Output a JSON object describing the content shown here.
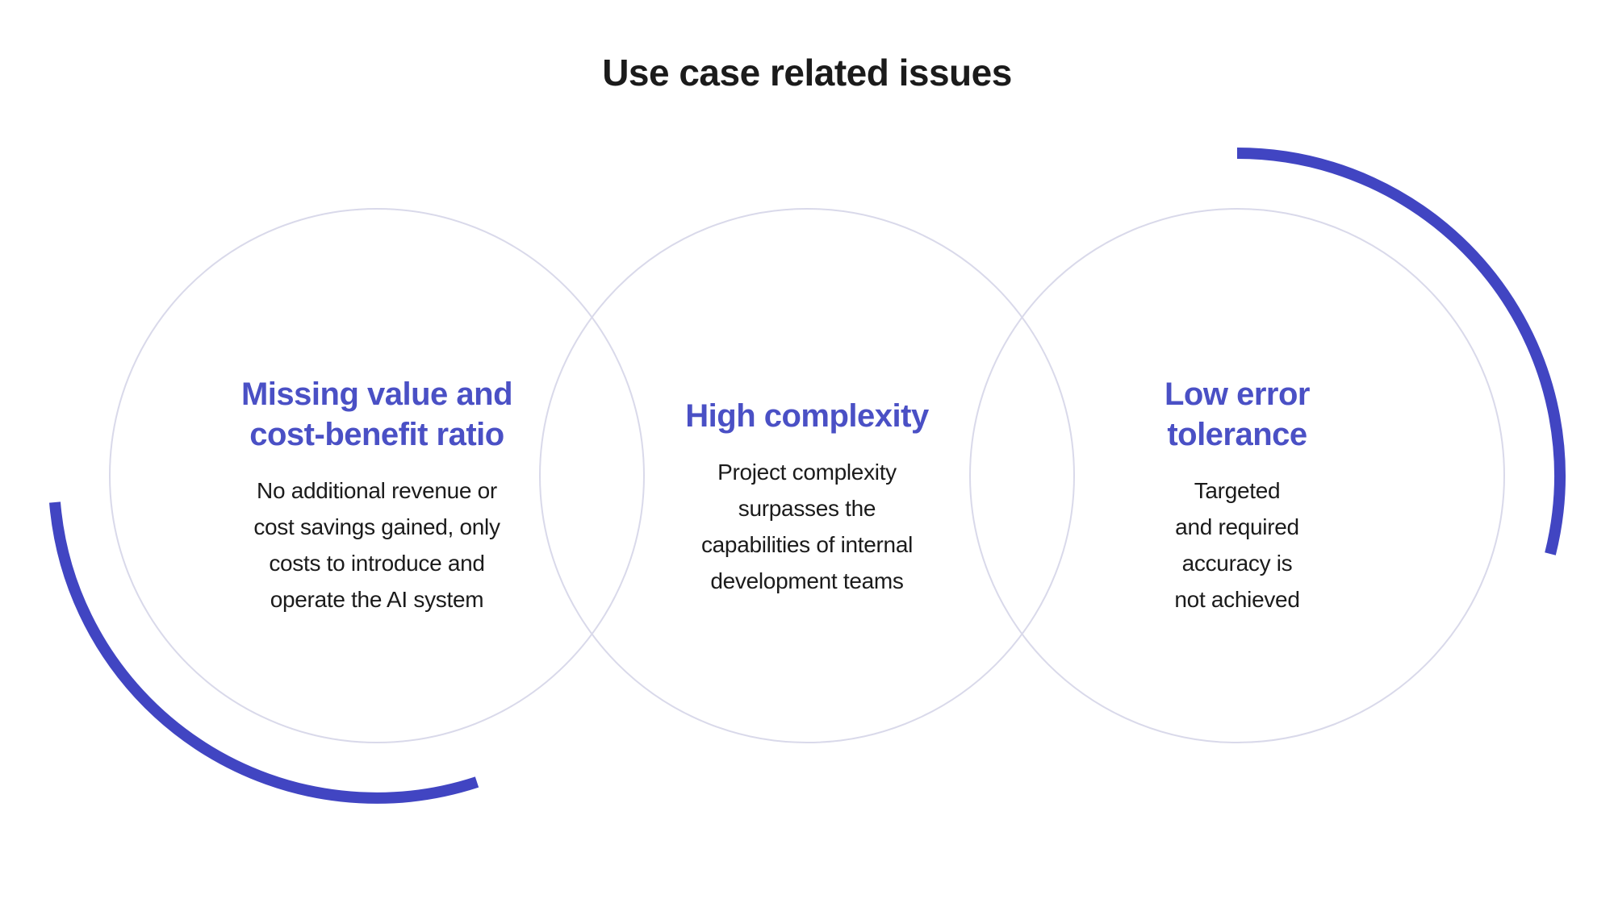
{
  "title": "Use case related issues",
  "colors": {
    "accent": "#4a50c5",
    "arc": "#4145c2",
    "circle_outline": "#d9d9ea",
    "text": "#1b1b1b",
    "background": "#ffffff"
  },
  "circles": [
    {
      "heading": "Missing value and cost-benefit ratio",
      "heading_lines": [
        "Missing value and",
        "cost-benefit ratio"
      ],
      "body": "No additional revenue or cost savings gained, only costs to introduce and operate the AI system",
      "body_lines": [
        "No additional revenue or",
        "cost savings gained, only",
        "costs to introduce and",
        "operate the AI system"
      ]
    },
    {
      "heading": "High complexity",
      "heading_lines": [
        "High complexity"
      ],
      "body": "Project complexity surpasses the capabilities of internal development teams",
      "body_lines": [
        "Project complexity",
        "surpasses the",
        "capabilities of internal",
        "development teams"
      ]
    },
    {
      "heading": "Low error tolerance",
      "heading_lines": [
        "Low error",
        "tolerance"
      ],
      "body": "Targeted and required accuracy is not achieved",
      "body_lines": [
        "Targeted",
        "and required",
        "accuracy is",
        "not achieved"
      ]
    }
  ]
}
